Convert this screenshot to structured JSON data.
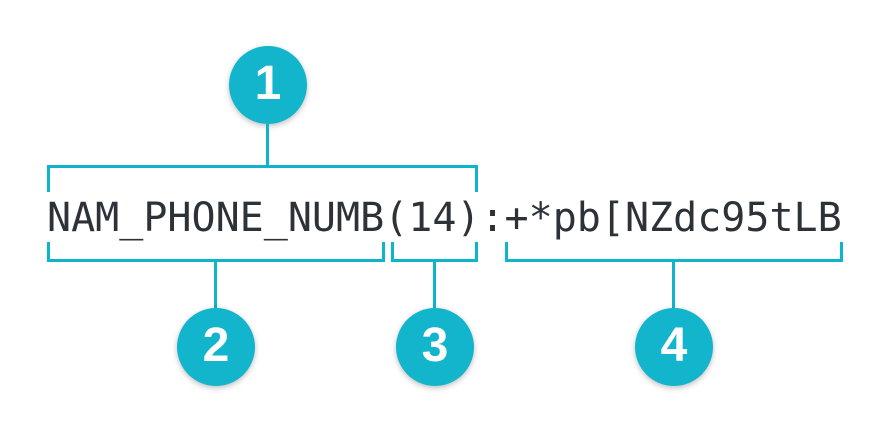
{
  "colors": {
    "accent": "#12b5cb",
    "line": "#0db4cb",
    "token_text": "#2d3238",
    "badge_number": "#ffffff",
    "background": "#ffffff"
  },
  "token": {
    "text": "NAM_PHONE_NUMB(14):+*pb[NZdc95tLB",
    "segments": {
      "name_with_length": "NAM_PHONE_NUMB(14)",
      "name": "NAM_PHONE_NUMB",
      "length": "(14)",
      "separator": ":",
      "value": "+*pb[NZdc95tLB"
    }
  },
  "callouts": [
    {
      "number": "1",
      "points_to": "name_with_length"
    },
    {
      "number": "2",
      "points_to": "name"
    },
    {
      "number": "3",
      "points_to": "length"
    },
    {
      "number": "4",
      "points_to": "value"
    }
  ]
}
